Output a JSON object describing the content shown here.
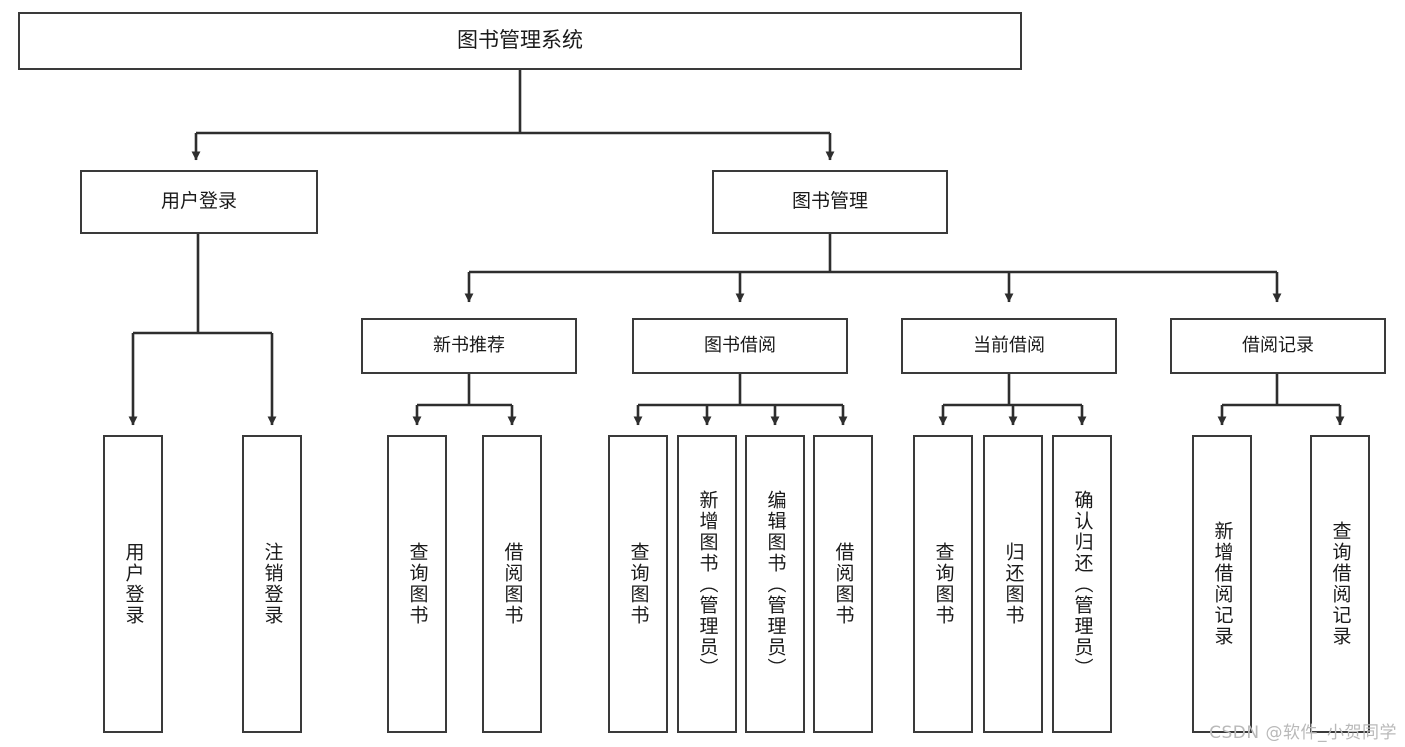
{
  "diagram": {
    "title": "图书管理系统",
    "type": "tree",
    "root": {
      "id": "root",
      "label": "图书管理系统",
      "level": 0
    },
    "level1": [
      {
        "id": "user-login",
        "label": "用户登录"
      },
      {
        "id": "book-manage",
        "label": "图书管理"
      }
    ],
    "level2": [
      {
        "id": "new-book-recommend",
        "label": "新书推荐",
        "parent": "book-manage"
      },
      {
        "id": "book-borrow",
        "label": "图书借阅",
        "parent": "book-manage"
      },
      {
        "id": "current-borrow",
        "label": "当前借阅",
        "parent": "book-manage"
      },
      {
        "id": "borrow-record",
        "label": "借阅记录",
        "parent": "book-manage"
      }
    ],
    "leaves": [
      {
        "id": "leaf-user-login",
        "label": "用户登录",
        "parent": "user-login"
      },
      {
        "id": "leaf-logout-login",
        "label": "注销登录",
        "parent": "user-login"
      },
      {
        "id": "leaf-query-book-1",
        "label": "查询图书",
        "parent": "new-book-recommend"
      },
      {
        "id": "leaf-borrow-book-1",
        "label": "借阅图书",
        "parent": "new-book-recommend"
      },
      {
        "id": "leaf-query-book-2",
        "label": "查询图书",
        "parent": "book-borrow"
      },
      {
        "id": "leaf-add-book",
        "label": "新增图书（管理员）",
        "parent": "book-borrow"
      },
      {
        "id": "leaf-edit-book",
        "label": "编辑图书（管理员）",
        "parent": "book-borrow"
      },
      {
        "id": "leaf-borrow-book-2",
        "label": "借阅图书",
        "parent": "book-borrow"
      },
      {
        "id": "leaf-query-book-3",
        "label": "查询图书",
        "parent": "current-borrow"
      },
      {
        "id": "leaf-return-book",
        "label": "归还图书",
        "parent": "current-borrow"
      },
      {
        "id": "leaf-confirm-return",
        "label": "确认归还（管理员）",
        "parent": "current-borrow"
      },
      {
        "id": "leaf-add-record",
        "label": "新增借阅记录",
        "parent": "borrow-record"
      },
      {
        "id": "leaf-query-record",
        "label": "查询借阅记录",
        "parent": "borrow-record"
      }
    ],
    "colors": {
      "box_border": "#3a3a3a",
      "box_fill": "#ffffff",
      "connector": "#2e2e2e",
      "text": "#1a1a1a",
      "watermark": "#b9b9b9",
      "background": "#ffffff"
    }
  },
  "watermark": {
    "text": "CSDN @软件_小贺同学"
  }
}
